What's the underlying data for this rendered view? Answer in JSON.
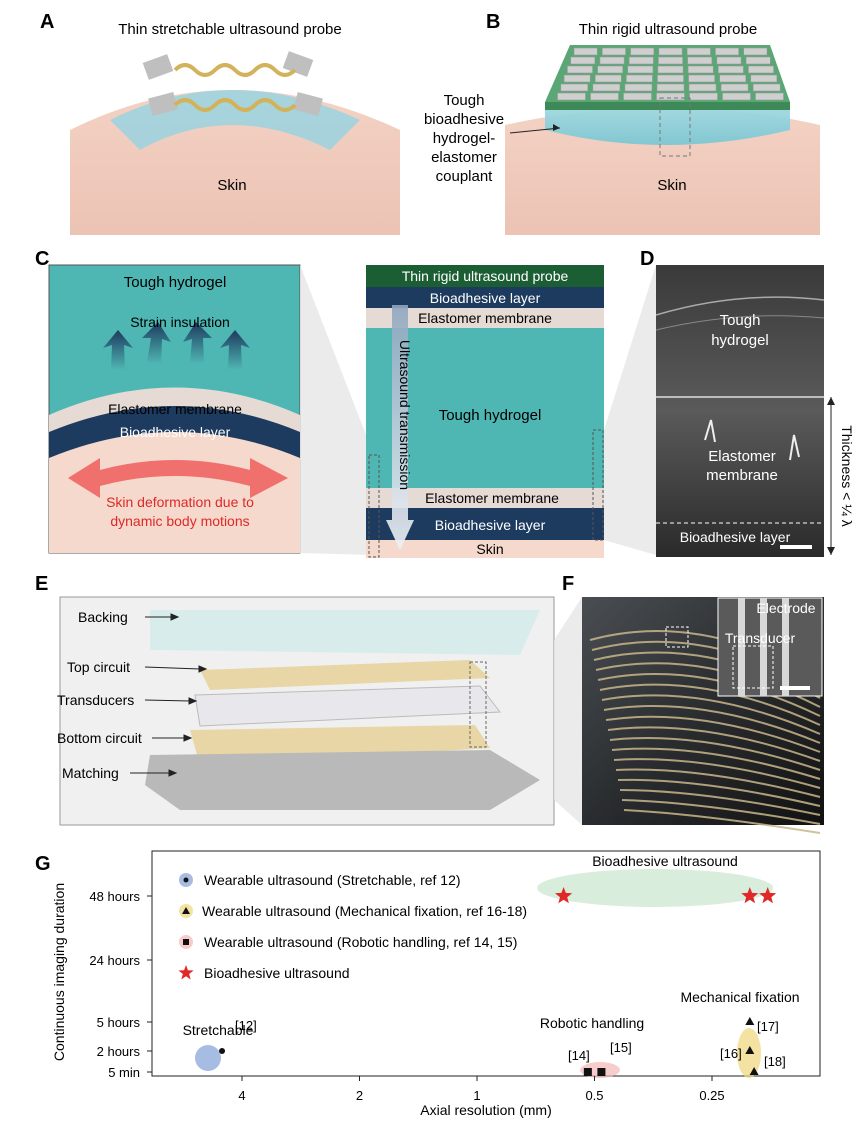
{
  "panels": {
    "A": "A",
    "B": "B",
    "C": "C",
    "D": "D",
    "E": "E",
    "F": "F",
    "G": "G"
  },
  "panel_a": {
    "title": "Thin stretchable ultrasound probe",
    "skin": "Skin"
  },
  "panel_b": {
    "title": "Thin rigid ultrasound probe",
    "couplant": [
      "Tough",
      "bioadhesive",
      "hydrogel-",
      "elastomer",
      "couplant"
    ],
    "skin": "Skin"
  },
  "panel_c_left": {
    "hydrogel": "Tough hydrogel",
    "strain": "Strain insulation",
    "elastomer": "Elastomer membrane",
    "bioadhesive": "Bioadhesive layer",
    "deformation": [
      "Skin deformation due to",
      "dynamic body motions"
    ]
  },
  "panel_c_stack": {
    "probe": "Thin rigid ultrasound probe",
    "bio_top": "Bioadhesive layer",
    "elast_top": "Elastomer membrane",
    "transmission": "Ultrasound transmission",
    "hydrogel": "Tough hydrogel",
    "elast_bottom": "Elastomer membrane",
    "bio_bottom": "Bioadhesive layer",
    "skin": "Skin"
  },
  "panel_d": {
    "hydrogel": [
      "Tough",
      "hydrogel"
    ],
    "elastomer": [
      "Elastomer",
      "membrane"
    ],
    "bioadhesive": "Bioadhesive layer",
    "thickness": "Thickness < ¼ λ"
  },
  "panel_e": {
    "backing": "Backing",
    "top_circuit": "Top circuit",
    "transducers": "Transducers",
    "bottom_circuit": "Bottom circuit",
    "matching": "Matching"
  },
  "panel_f": {
    "electrode": "Electrode",
    "transducer": "Transducer"
  },
  "colors": {
    "hydrogel": "#4fb7b3",
    "bioadhesive": "#1d3a5f",
    "elastomer": "#e6dbd4",
    "skin": "#f5d9cc",
    "probe": "#1b5e33",
    "stretchable": "#6d8fd0",
    "mechanical": "#f0d67a",
    "robotic": "#f3b7b7",
    "bioadhesive_star": "#e02828",
    "ellipse": "#cfe8d4"
  },
  "chart_data": {
    "type": "scatter",
    "xlabel": "Axial resolution (mm)",
    "ylabel": "Continuous imaging duration",
    "x_ticks": [
      "4",
      "2",
      "1",
      "0.5",
      "0.25"
    ],
    "y_ticks": [
      "48 hours",
      "24 hours",
      "5 hours",
      "2 hours",
      "5 min"
    ],
    "x_scale": "log, reversed",
    "legend_placement": "top-left",
    "legend": [
      {
        "label": "Wearable ultrasound (Stretchable, ref 12)",
        "marker": "circle"
      },
      {
        "label": "Wearable ultrasound (Mechanical fixation, ref 16-18)",
        "marker": "triangle"
      },
      {
        "label": "Wearable ultrasound (Robotic handling, ref 14, 15)",
        "marker": "square"
      },
      {
        "label": "Bioadhesive ultrasound",
        "marker": "star"
      }
    ],
    "groups": [
      {
        "label": "Stretchable",
        "marker": "circle",
        "points": [
          {
            "x": 4.5,
            "y": "2 hours",
            "ref": "[12]"
          }
        ]
      },
      {
        "label": "Robotic handling",
        "marker": "square",
        "points": [
          {
            "x": 0.52,
            "y": "5 min",
            "ref": "[14]"
          },
          {
            "x": 0.48,
            "y": "5 min",
            "ref": "[15]"
          }
        ]
      },
      {
        "label": "Mechanical fixation",
        "marker": "triangle",
        "points": [
          {
            "x": 0.2,
            "y": "5 hours",
            "ref": "[17]"
          },
          {
            "x": 0.2,
            "y": "2 hours",
            "ref": "[16]"
          },
          {
            "x": 0.195,
            "y": "5 min",
            "ref": "[18]"
          }
        ]
      },
      {
        "label": "Bioadhesive ultrasound",
        "marker": "star",
        "points": [
          {
            "x": 0.6,
            "y": "48 hours"
          },
          {
            "x": 0.2,
            "y": "48 hours"
          },
          {
            "x": 0.18,
            "y": "48 hours"
          }
        ]
      }
    ]
  }
}
